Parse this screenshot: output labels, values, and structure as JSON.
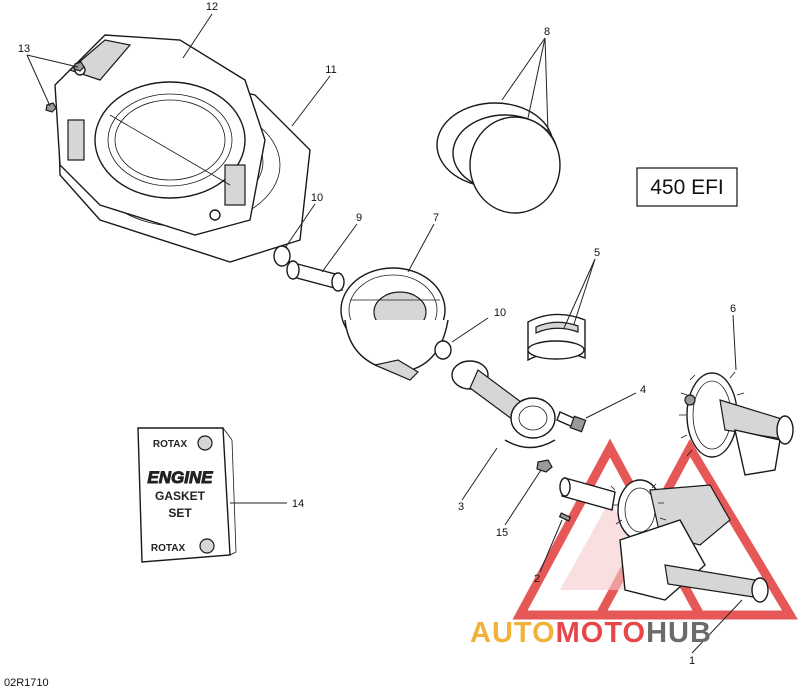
{
  "model_label": "450 EFI",
  "reference_code": "02R1710",
  "gasket_kit": {
    "brand_top": "ROTAX",
    "title": "ENGINE",
    "line2": "GASKET",
    "line3": "SET",
    "brand_bottom": "ROTAX"
  },
  "callouts": {
    "c1": "1",
    "c2": "2",
    "c3": "3",
    "c4": "4",
    "c5": "5",
    "c6": "6",
    "c7": "7",
    "c8": "8",
    "c9": "9",
    "c10a": "10",
    "c10b": "10",
    "c11": "11",
    "c12": "12",
    "c13": "13",
    "c14": "14",
    "c15": "15"
  },
  "watermark": {
    "part1": "AUTO",
    "part2": "MOTO",
    "part3": "HUB",
    "colors": {
      "auto": "#f2b23a",
      "moto": "#e8474a",
      "hub": "#6b6b6b",
      "logo": "#e23b3b"
    }
  }
}
